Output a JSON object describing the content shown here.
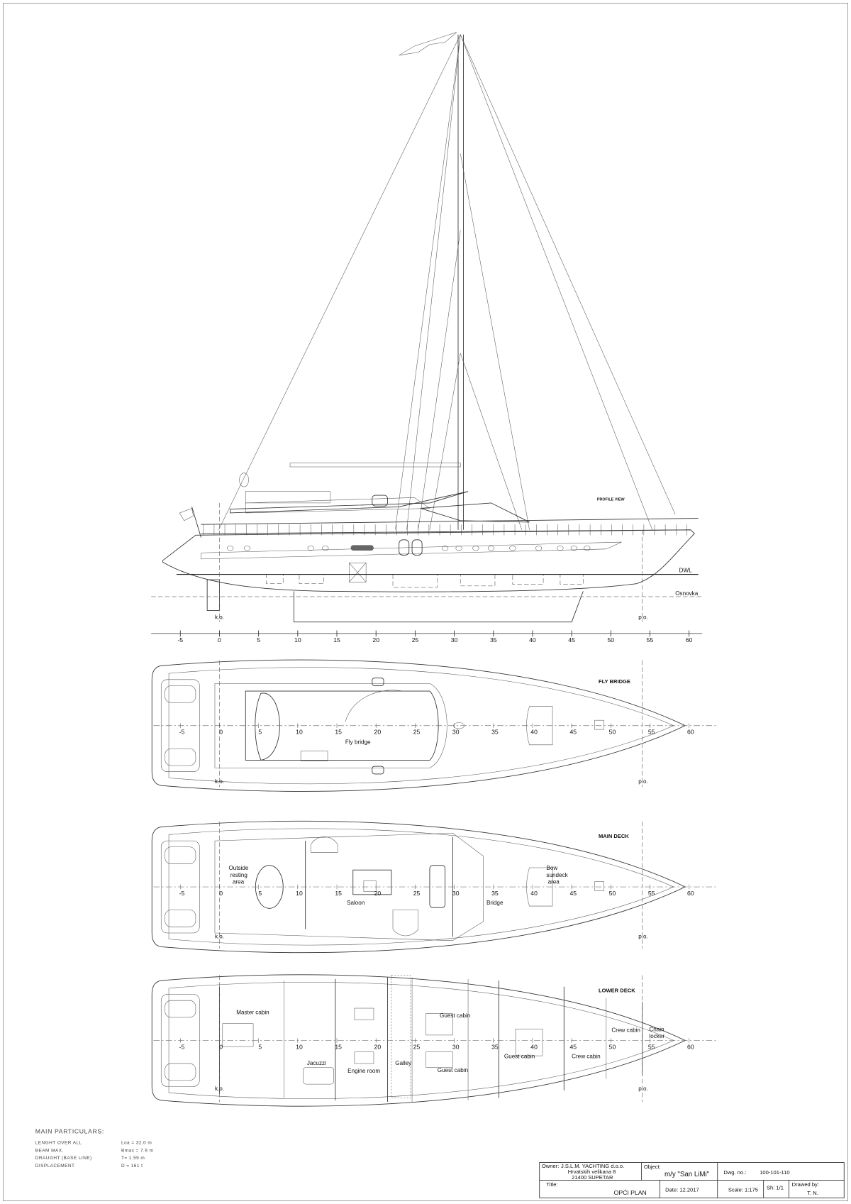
{
  "stations": [
    -5,
    0,
    5,
    10,
    15,
    20,
    25,
    30,
    35,
    40,
    45,
    50,
    55,
    60
  ],
  "profile": {
    "title": "PROFILE VIEW",
    "waterline": "DWL",
    "baseline": "Osnovka",
    "aft_perpendicular": "k.o.",
    "fwd_perpendicular": "p.o."
  },
  "fly_bridge": {
    "title": "FLY BRIDGE",
    "areas": [
      "Fly bridge"
    ],
    "aft_perpendicular": "k.o.",
    "fwd_perpendicular": "p.o."
  },
  "main_deck": {
    "title": "MAIN DECK",
    "areas": [
      "Outside",
      "resting",
      "area",
      "Saloon",
      "Bridge",
      "Bow",
      "sundeck",
      "area"
    ],
    "aft_perpendicular": "k.o.",
    "fwd_perpendicular": "p.o."
  },
  "lower_deck": {
    "title": "LOWER DECK",
    "areas": [
      "Master cabin",
      "Jacuzzi",
      "Engine room",
      "Galley",
      "Guest cabin",
      "Guest cabin",
      "Guest cabin",
      "Crew cabin",
      "Crew cabin",
      "Chain",
      "locker"
    ],
    "aft_perpendicular": "k.o.",
    "fwd_perpendicular": "p.o."
  },
  "main_particulars": {
    "title": "MAIN PARTICULARS:",
    "rows": [
      {
        "label": "LENGHT OVER ALL",
        "value": "Loa =   32,0  m"
      },
      {
        "label": "BEAM MAX.",
        "value": "Bmax =   7.9  m"
      },
      {
        "label": "DRAUGHT (BASE LINE)",
        "value": "T=   1.59  m"
      },
      {
        "label": "DISPLACEMENT",
        "value": "D =     161  t"
      }
    ]
  },
  "title_block": {
    "owner_label": "Owner:",
    "owner_name": "J.S.L.M. YACHTING  d.o.o.",
    "owner_street": "Hrvatskih velikana 8",
    "owner_city": "21400 SUPETAR",
    "object_label": "Object:",
    "object_value": "m/y \"San LiMi\"",
    "dwg_label": "Dwg. no.:",
    "dwg_value": "100-101-110",
    "title_label": "Title:",
    "title_value": "OPĆI PLAN",
    "date": "Date: 12.2017",
    "scale": "Scale: 1:175",
    "sheet": "Sh: 1/1",
    "drawn_label": "Drawed by:",
    "drawn_value": "T. N."
  }
}
